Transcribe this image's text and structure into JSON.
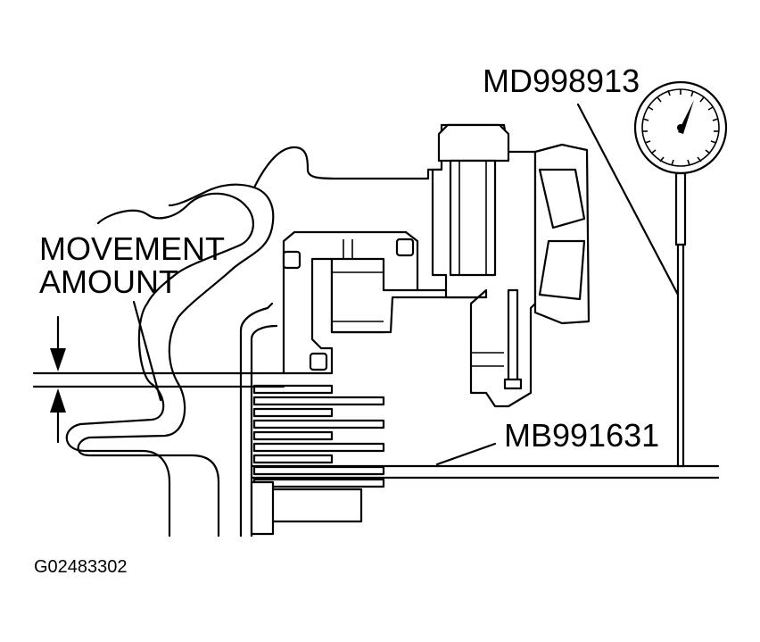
{
  "labels": {
    "movement_line1": "MOVEMENT",
    "movement_line2": "AMOUNT",
    "dial_gauge_part": "MD998913",
    "base_tool_part": "MB991631",
    "figure_id": "G02483302"
  }
}
